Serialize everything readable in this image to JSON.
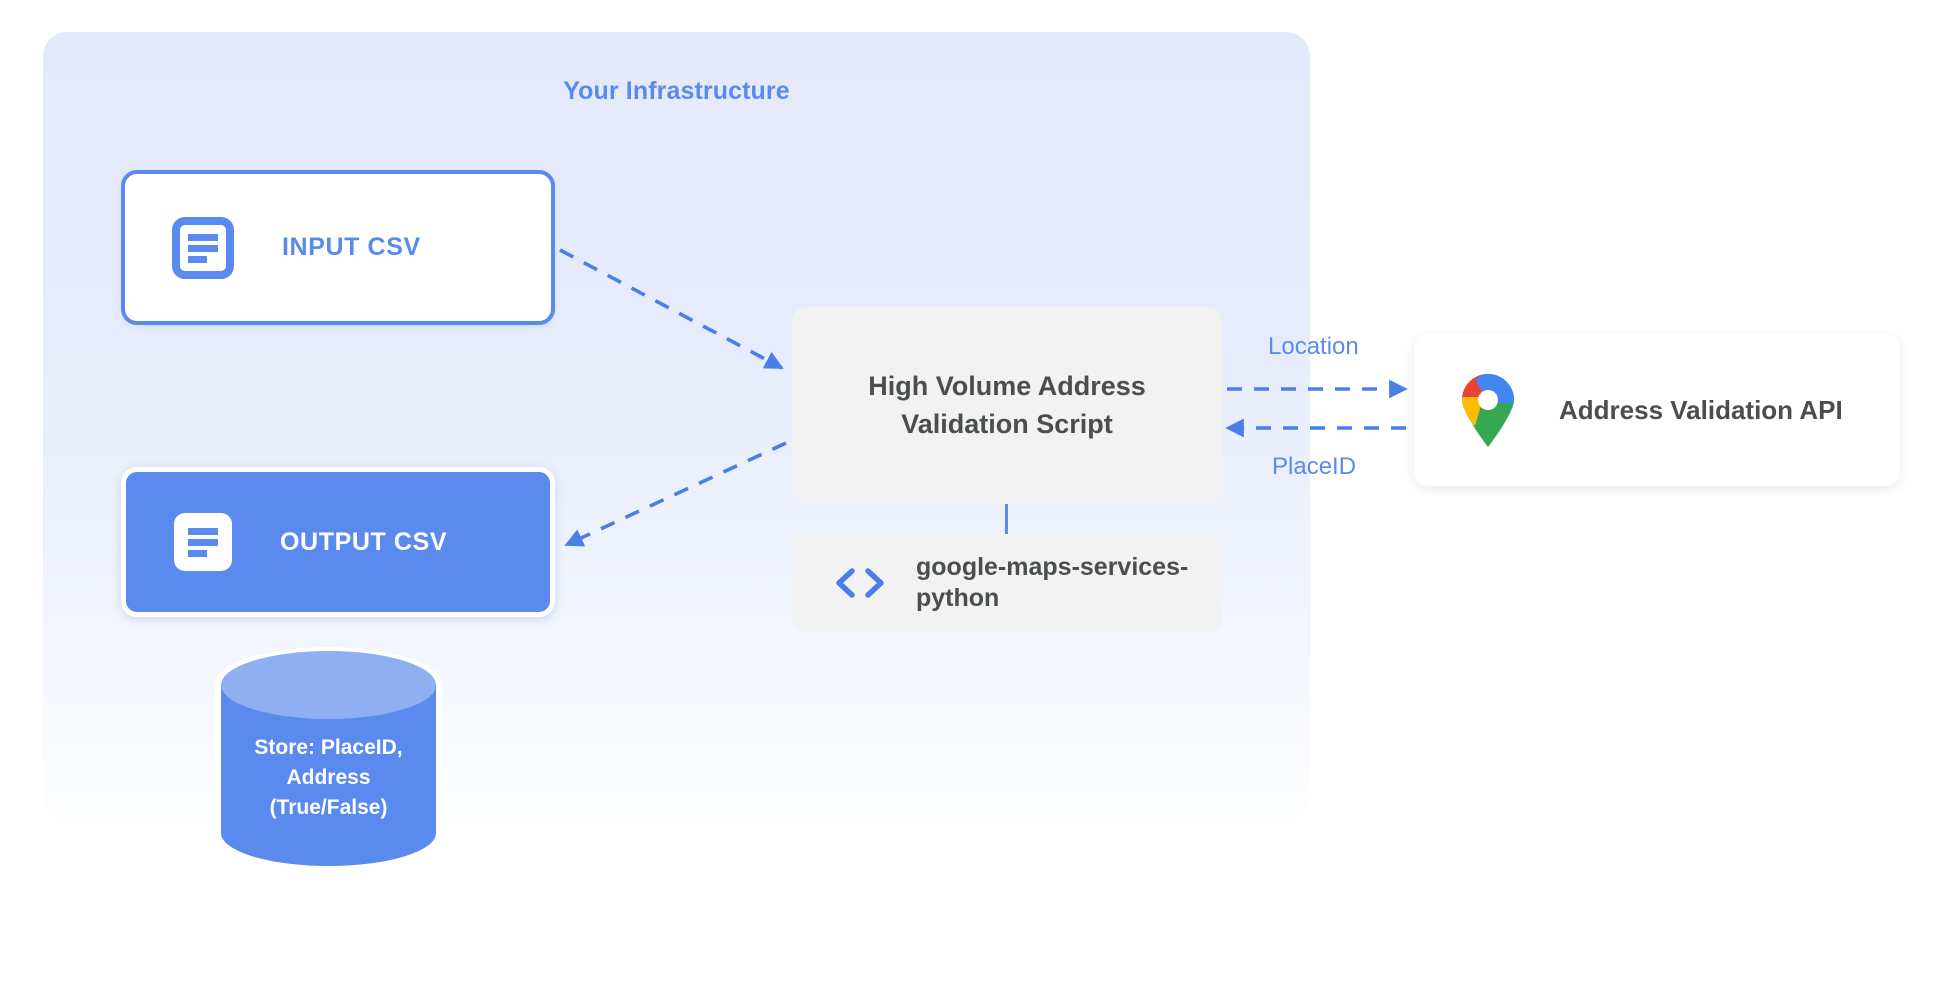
{
  "diagram": {
    "title": "Your Infrastructure",
    "accent_color": "#5b8aee",
    "panel_color": "#e3e9fa",
    "node_gray": "#f1f2f1",
    "text_gray": "#4b4e50"
  },
  "nodes": {
    "input_csv": {
      "label": "INPUT CSV",
      "icon": "document-icon"
    },
    "output_csv": {
      "label": "OUTPUT CSV",
      "icon": "document-icon"
    },
    "script": {
      "label": "High Volume Address Validation Script"
    },
    "library": {
      "label": "google-maps-services-python",
      "icon": "code-icon"
    },
    "api": {
      "label": "Address Validation API",
      "icon": "google-maps-pin-icon"
    },
    "database": {
      "line1": "Store: PlaceID,",
      "line2": "Address",
      "line3": "(True/False)"
    }
  },
  "edges": {
    "location": "Location",
    "placeid": "PlaceID"
  }
}
